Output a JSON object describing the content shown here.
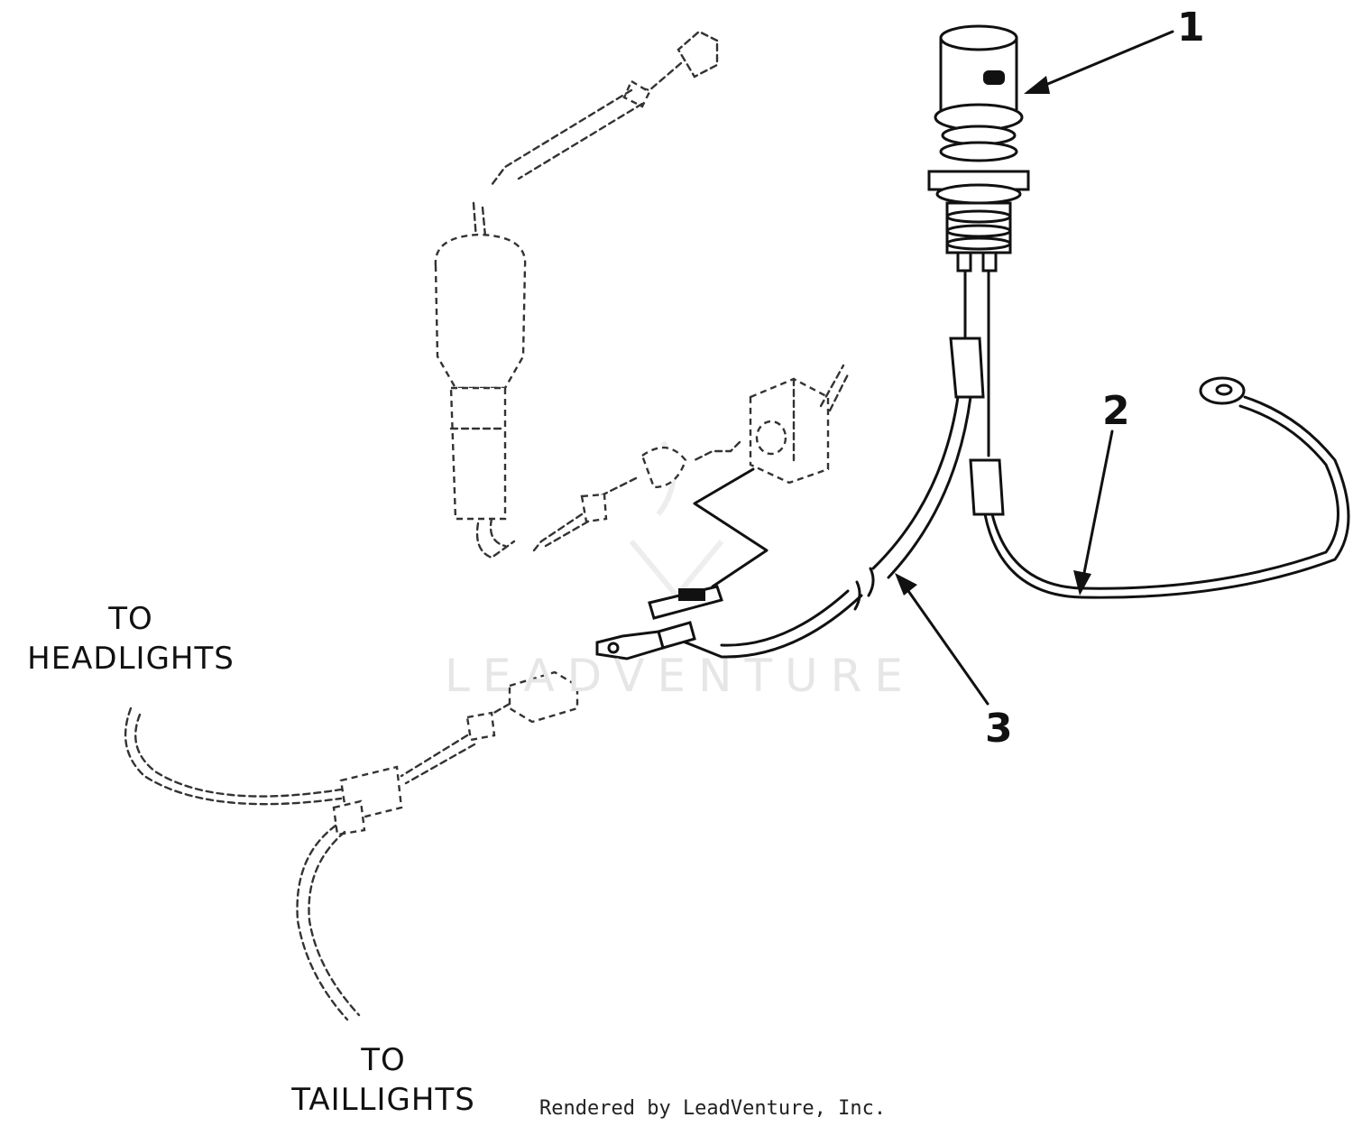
{
  "labels": {
    "to_headlights": [
      "TO",
      "HEADLIGHTS"
    ],
    "to_taillights": [
      "TO",
      "TAILLIGHTS"
    ]
  },
  "callouts": [
    "1",
    "2",
    "3"
  ],
  "watermark": "LEADVENTURE",
  "credit": "Rendered by LeadVenture, Inc."
}
